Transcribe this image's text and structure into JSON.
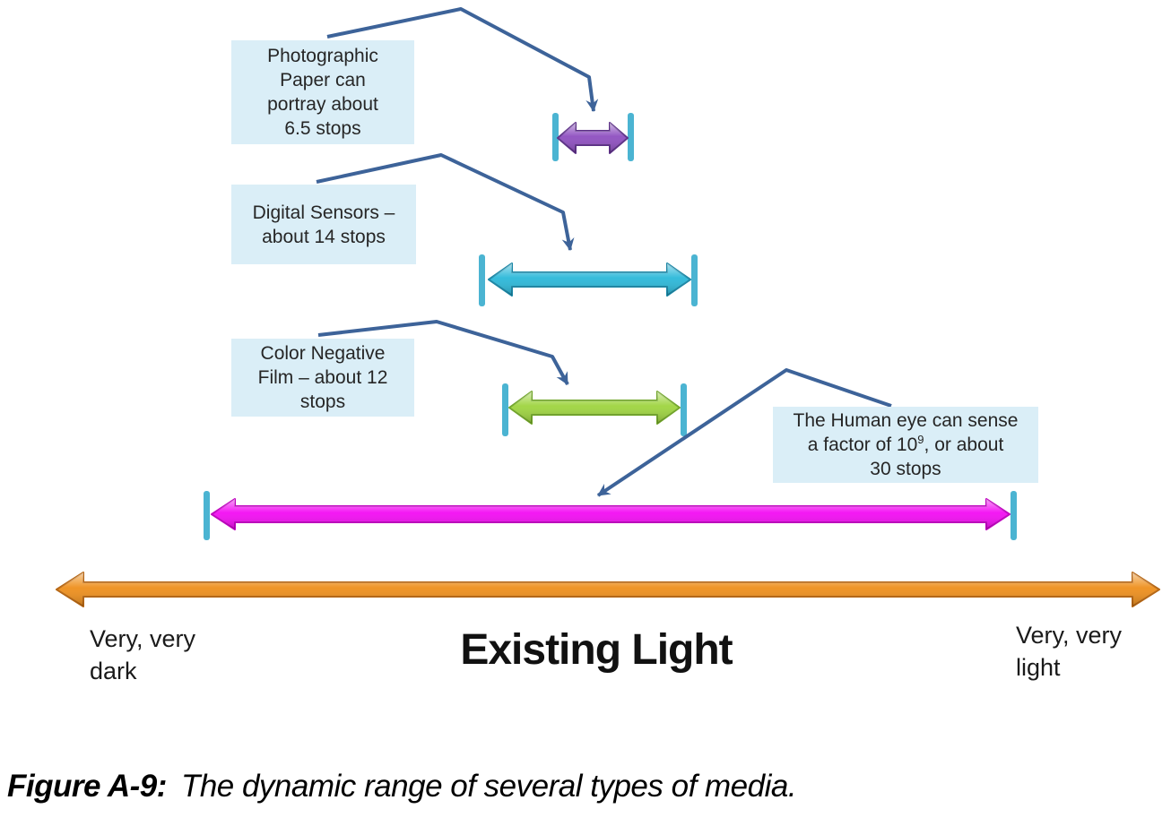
{
  "colors": {
    "photographic_paper": "#8e4fc0",
    "photographic_paper_edge": "#5c2f87",
    "digital_sensors": "#2bb8d9",
    "digital_sensors_edge": "#1986a5",
    "color_negative_film": "#9ed43f",
    "color_negative_film_edge": "#6fa426",
    "human_eye": "#f30cf3",
    "human_eye_edge": "#bf00bf",
    "existing_light": "#ee8f1c",
    "existing_light_edge": "#b56410",
    "range_tick": "#4bb4d2",
    "connector": "#3d6399",
    "label_box_bg": "#daeef7"
  },
  "labels": {
    "photographic_paper": {
      "line1": "Photographic",
      "line2": "Paper can",
      "line3": "portray about",
      "line4": "6.5 stops"
    },
    "digital_sensors": {
      "line1": "Digital Sensors –",
      "line2": "about 14 stops"
    },
    "color_negative_film": {
      "line1": "Color Negative",
      "line2": "Film – about 12",
      "line3": "stops"
    },
    "human_eye": {
      "line1": "The Human eye can sense",
      "line2_pre": "a factor of 10",
      "line2_sup": "9",
      "line2_post": ", or about",
      "line3": "30 stops"
    }
  },
  "axis": {
    "title": "Existing Light",
    "left": {
      "line1": "Very, very",
      "line2": "dark"
    },
    "right": {
      "line1": "Very, very",
      "line2": "light"
    }
  },
  "caption": {
    "label": "Figure A-9:",
    "text": "The dynamic range of several types of media."
  }
}
